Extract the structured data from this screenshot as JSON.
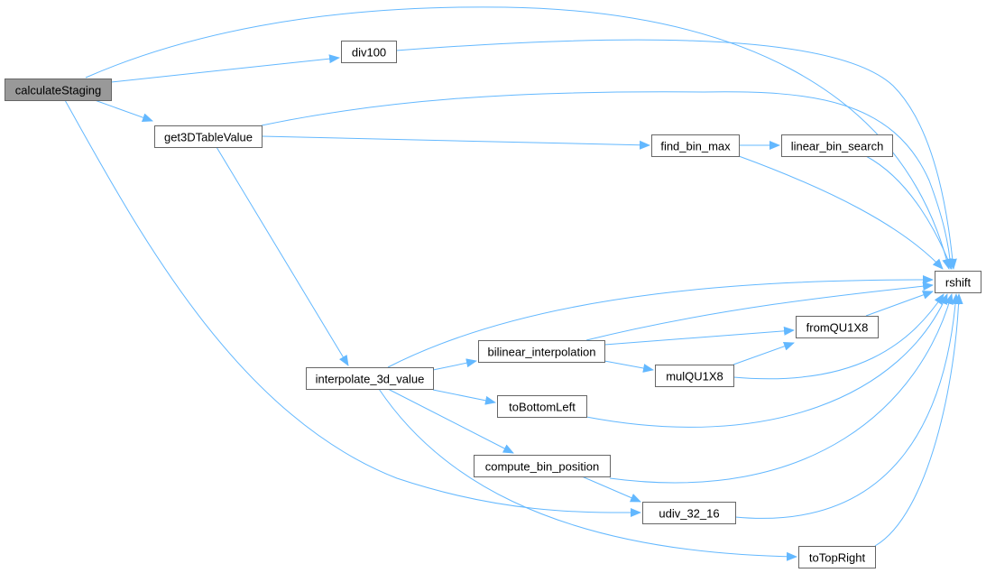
{
  "graph": {
    "type": "call-graph",
    "edge_color": "#63b8ff",
    "root_fill": "#999999",
    "nodes": [
      {
        "id": "calculateStaging",
        "label": "calculateStaging",
        "root": true
      },
      {
        "id": "div100",
        "label": "div100"
      },
      {
        "id": "get3DTableValue",
        "label": "get3DTableValue"
      },
      {
        "id": "find_bin_max",
        "label": "find_bin_max"
      },
      {
        "id": "linear_bin_search",
        "label": "linear_bin_search"
      },
      {
        "id": "rshift",
        "label": "rshift"
      },
      {
        "id": "interpolate_3d_value",
        "label": "interpolate_3d_value"
      },
      {
        "id": "bilinear_interpolation",
        "label": "bilinear_interpolation"
      },
      {
        "id": "fromQU1X8",
        "label": "fromQU1X8"
      },
      {
        "id": "mulQU1X8",
        "label": "mulQU1X8"
      },
      {
        "id": "toBottomLeft",
        "label": "toBottomLeft"
      },
      {
        "id": "compute_bin_position",
        "label": "compute_bin_position"
      },
      {
        "id": "udiv_32_16",
        "label": "udiv_32_16"
      },
      {
        "id": "toTopRight",
        "label": "toTopRight"
      }
    ],
    "edges": [
      [
        "calculateStaging",
        "rshift"
      ],
      [
        "calculateStaging",
        "div100"
      ],
      [
        "calculateStaging",
        "get3DTableValue"
      ],
      [
        "calculateStaging",
        "udiv_32_16"
      ],
      [
        "div100",
        "rshift"
      ],
      [
        "get3DTableValue",
        "rshift"
      ],
      [
        "get3DTableValue",
        "find_bin_max"
      ],
      [
        "get3DTableValue",
        "interpolate_3d_value"
      ],
      [
        "find_bin_max",
        "linear_bin_search"
      ],
      [
        "find_bin_max",
        "rshift"
      ],
      [
        "linear_bin_search",
        "rshift"
      ],
      [
        "interpolate_3d_value",
        "rshift"
      ],
      [
        "interpolate_3d_value",
        "bilinear_interpolation"
      ],
      [
        "interpolate_3d_value",
        "toBottomLeft"
      ],
      [
        "interpolate_3d_value",
        "compute_bin_position"
      ],
      [
        "interpolate_3d_value",
        "toTopRight"
      ],
      [
        "bilinear_interpolation",
        "rshift"
      ],
      [
        "bilinear_interpolation",
        "fromQU1X8"
      ],
      [
        "bilinear_interpolation",
        "mulQU1X8"
      ],
      [
        "mulQU1X8",
        "fromQU1X8"
      ],
      [
        "mulQU1X8",
        "rshift"
      ],
      [
        "fromQU1X8",
        "rshift"
      ],
      [
        "toBottomLeft",
        "rshift"
      ],
      [
        "compute_bin_position",
        "rshift"
      ],
      [
        "compute_bin_position",
        "udiv_32_16"
      ],
      [
        "udiv_32_16",
        "rshift"
      ],
      [
        "toTopRight",
        "rshift"
      ]
    ]
  }
}
